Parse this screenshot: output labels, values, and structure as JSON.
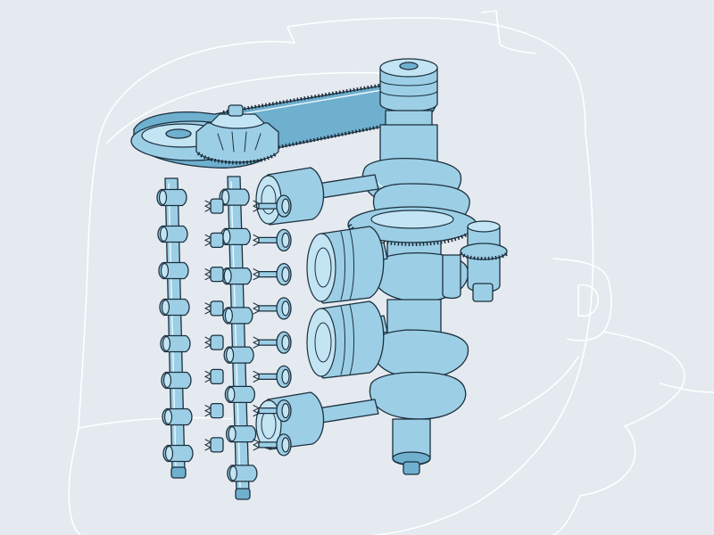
{
  "illustration": {
    "palette": {
      "background": "#e4eaf0",
      "housing_outline": "#ffffff",
      "component_fill": "#9ccfe6",
      "component_shadow": "#6fb0cf",
      "component_highlight": "#c3e4f2",
      "ink": "#1c2f3d"
    },
    "camshaft_lobes": 8,
    "valve_pairs": 8,
    "pistons": 4,
    "crank_throws": 4
  }
}
